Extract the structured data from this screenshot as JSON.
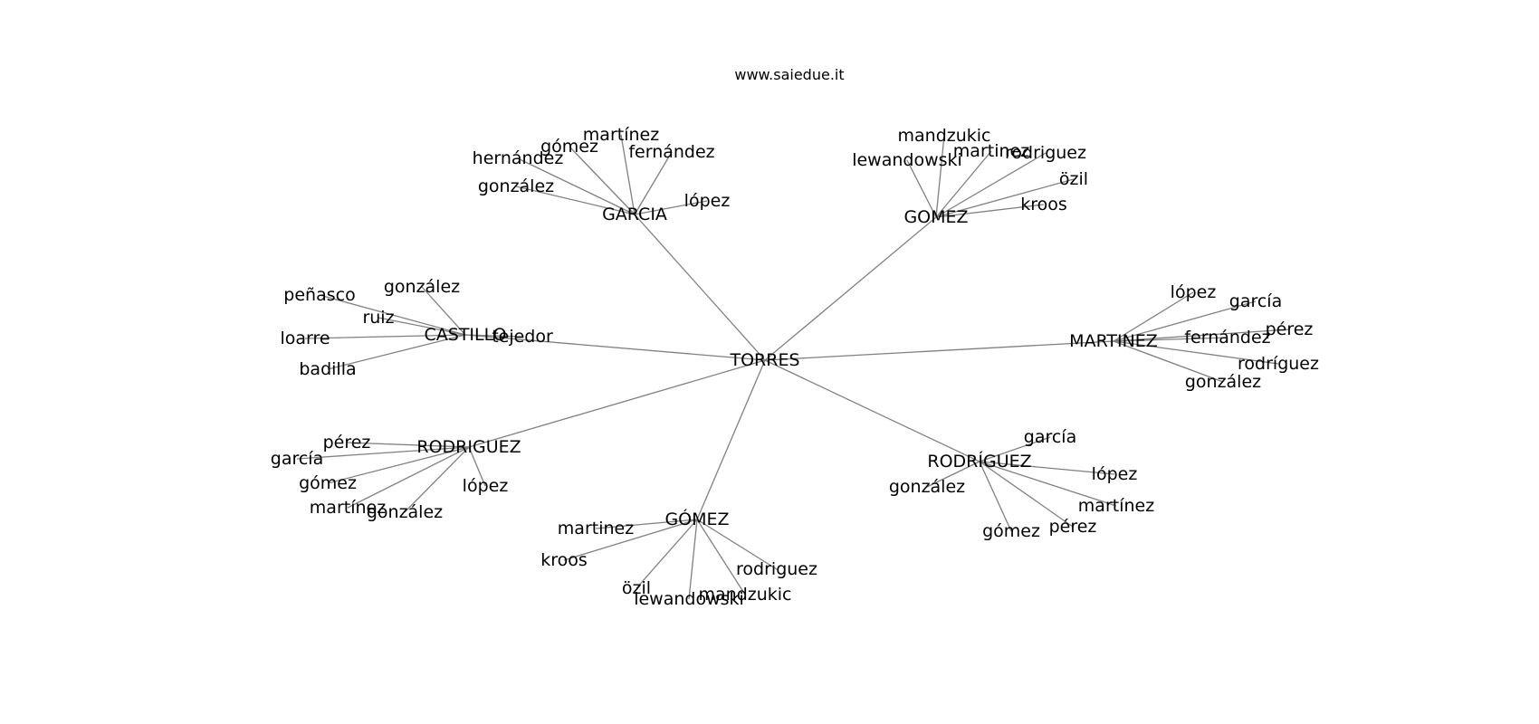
{
  "title": "www.saiedue.it",
  "colors": {
    "edge": "#808080",
    "text": "#000000",
    "background": "#ffffff"
  },
  "root": "TORRES",
  "groups": [
    {
      "id": "garcia",
      "name": "GARCIA",
      "children": [
        "hernández",
        "gómez",
        "martínez",
        "fernández",
        "gonzález",
        "lópez"
      ]
    },
    {
      "id": "gomez-top",
      "name": "GOMEZ",
      "children": [
        "mandzukic",
        "lewandowski",
        "martinez",
        "rodriguez",
        "özil",
        "kroos"
      ]
    },
    {
      "id": "castillo",
      "name": "CASTILLO",
      "children": [
        "peñasco",
        "gonzález",
        "ruiz",
        "loarre",
        "tejedor",
        "badilla"
      ]
    },
    {
      "id": "martinez",
      "name": "MARTINEZ",
      "children": [
        "lópez",
        "garcía",
        "fernández",
        "pérez",
        "rodríguez",
        "gonzález"
      ]
    },
    {
      "id": "rodriguez-left",
      "name": "RODRIGUEZ",
      "children": [
        "pérez",
        "garcía",
        "gómez",
        "martínez",
        "gonzález",
        "lópez"
      ]
    },
    {
      "id": "rodriguez-right",
      "name": "RODRÍGUEZ",
      "children": [
        "garcía",
        "lópez",
        "gonzález",
        "martínez",
        "pérez",
        "gómez"
      ]
    },
    {
      "id": "gomez-bottom",
      "name": "GÓMEZ",
      "children": [
        "martinez",
        "kroos",
        "rodriguez",
        "özil",
        "lewandowski",
        "mandzukic"
      ]
    }
  ]
}
